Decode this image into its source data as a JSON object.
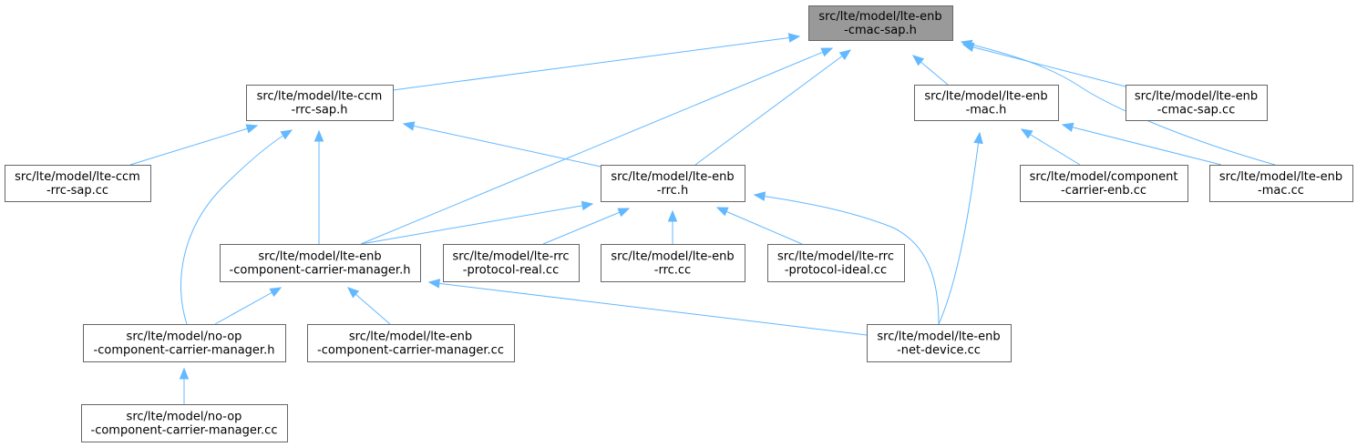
{
  "graph": {
    "edge_color": "#63b8ff",
    "root_fill": "#999999",
    "nodes": [
      {
        "id": "root",
        "line1": "src/lte/model/lte-enb",
        "line2": "-cmac-sap.h"
      },
      {
        "id": "ccm_h",
        "line1": "src/lte/model/lte-ccm",
        "line2": "-rrc-sap.h"
      },
      {
        "id": "mac_h",
        "line1": "src/lte/model/lte-enb",
        "line2": "-mac.h"
      },
      {
        "id": "cmac_cc",
        "line1": "src/lte/model/lte-enb",
        "line2": "-cmac-sap.cc"
      },
      {
        "id": "ccm_cc",
        "line1": "src/lte/model/lte-ccm",
        "line2": "-rrc-sap.cc"
      },
      {
        "id": "rrc_h",
        "line1": "src/lte/model/lte-enb",
        "line2": "-rrc.h"
      },
      {
        "id": "comp_cc",
        "line1": "src/lte/model/component",
        "line2": "-carrier-enb.cc"
      },
      {
        "id": "mac_cc",
        "line1": "src/lte/model/lte-enb",
        "line2": "-mac.cc"
      },
      {
        "id": "ccm_mgr_h",
        "line1": "src/lte/model/lte-enb",
        "line2": "-component-carrier-manager.h"
      },
      {
        "id": "real_cc",
        "line1": "src/lte/model/lte-rrc",
        "line2": "-protocol-real.cc"
      },
      {
        "id": "rrc_cc",
        "line1": "src/lte/model/lte-enb",
        "line2": "-rrc.cc"
      },
      {
        "id": "ideal_cc",
        "line1": "src/lte/model/lte-rrc",
        "line2": "-protocol-ideal.cc"
      },
      {
        "id": "noop_h",
        "line1": "src/lte/model/no-op",
        "line2": "-component-carrier-manager.h"
      },
      {
        "id": "ccm_mgr_cc",
        "line1": "src/lte/model/lte-enb",
        "line2": "-component-carrier-manager.cc"
      },
      {
        "id": "netdev_cc",
        "line1": "src/lte/model/lte-enb",
        "line2": "-net-device.cc"
      },
      {
        "id": "noop_cc",
        "line1": "src/lte/model/no-op",
        "line2": "-component-carrier-manager.cc"
      }
    ],
    "edges": [
      {
        "from": "ccm_h",
        "to": "root"
      },
      {
        "from": "mac_h",
        "to": "root"
      },
      {
        "from": "cmac_cc",
        "to": "root"
      },
      {
        "from": "rrc_h",
        "to": "root"
      },
      {
        "from": "ccm_mgr_h",
        "to": "root"
      },
      {
        "from": "mac_cc",
        "to": "root"
      },
      {
        "from": "ccm_cc",
        "to": "ccm_h"
      },
      {
        "from": "rrc_h",
        "to": "ccm_h"
      },
      {
        "from": "ccm_mgr_h",
        "to": "ccm_h"
      },
      {
        "from": "noop_h",
        "to": "ccm_h"
      },
      {
        "from": "comp_cc",
        "to": "mac_h"
      },
      {
        "from": "mac_cc",
        "to": "mac_h"
      },
      {
        "from": "netdev_cc",
        "to": "mac_h"
      },
      {
        "from": "ccm_mgr_h",
        "to": "rrc_h"
      },
      {
        "from": "real_cc",
        "to": "rrc_h"
      },
      {
        "from": "rrc_cc",
        "to": "rrc_h"
      },
      {
        "from": "ideal_cc",
        "to": "rrc_h"
      },
      {
        "from": "netdev_cc",
        "to": "rrc_h"
      },
      {
        "from": "noop_h",
        "to": "ccm_mgr_h"
      },
      {
        "from": "ccm_mgr_cc",
        "to": "ccm_mgr_h"
      },
      {
        "from": "netdev_cc",
        "to": "ccm_mgr_h"
      },
      {
        "from": "noop_cc",
        "to": "noop_h"
      }
    ]
  }
}
